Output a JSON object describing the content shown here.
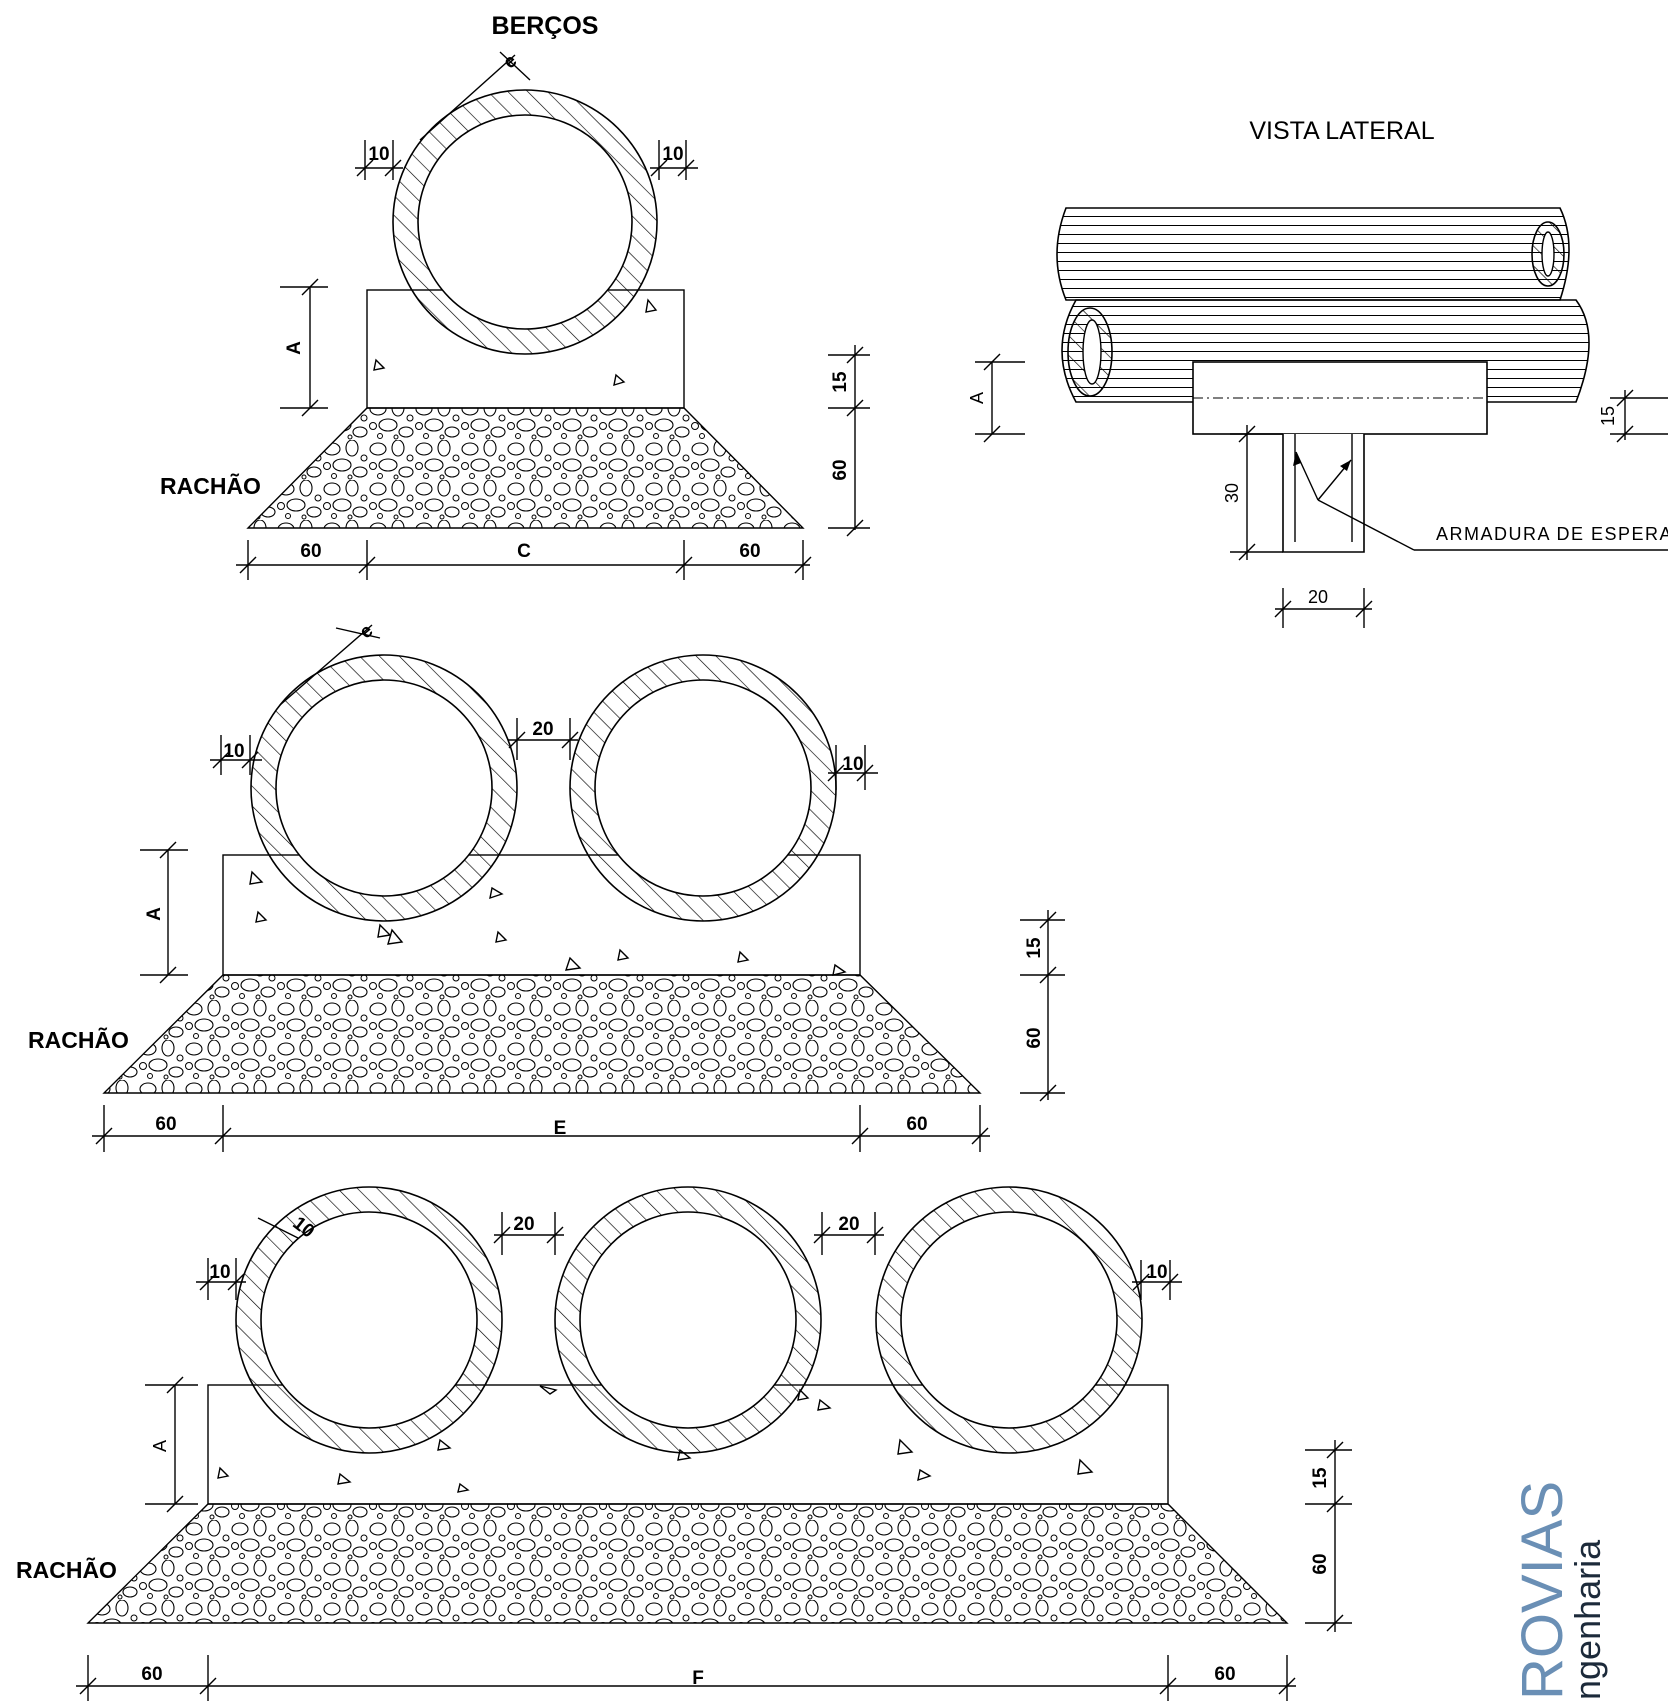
{
  "titles": {
    "main": "BERÇOS",
    "side": "VISTA LATERAL"
  },
  "labels": {
    "rachao": "RACHÃO",
    "armadura": "ARMADURA DE ESPERA"
  },
  "dims": {
    "ten": "10",
    "twenty": "20",
    "fifteen": "15",
    "thirty": "30",
    "sixty": "60",
    "e": "e",
    "a": "A",
    "c": "C",
    "E": "E",
    "f": "F"
  },
  "logo": {
    "line1": "ROVIAS",
    "line2": "ngenharia"
  },
  "colors": {
    "logo_accent": "#6a8fb5",
    "logo_dark": "#1c2a3a",
    "ink": "#000000"
  }
}
